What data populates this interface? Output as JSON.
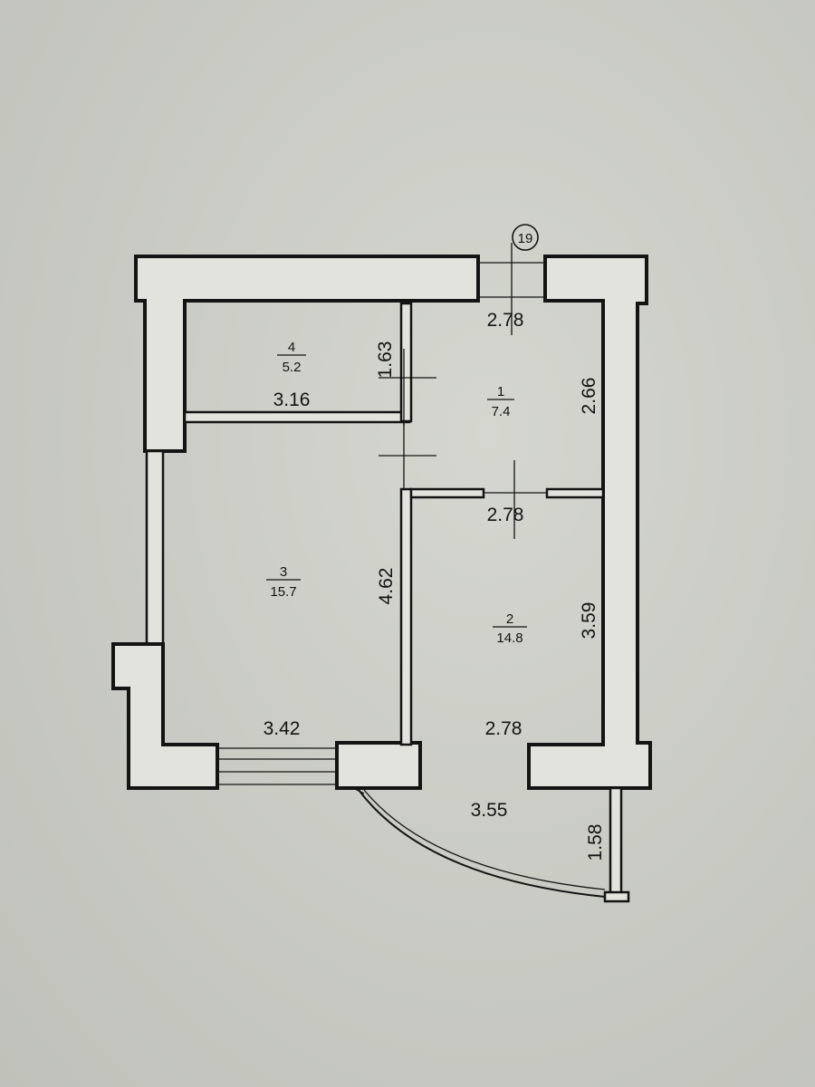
{
  "axis_marker": "19",
  "rooms": [
    {
      "number": "4",
      "area": "5.2"
    },
    {
      "number": "1",
      "area": "7.4"
    },
    {
      "number": "3",
      "area": "15.7"
    },
    {
      "number": "2",
      "area": "14.8"
    }
  ],
  "dimensions": {
    "top_width_room1": "2.78",
    "room4_width": "3.16",
    "room4_height": "1.63",
    "room1_height": "2.66",
    "room1_bottom_width": "2.78",
    "room3_height": "4.62",
    "room2_height": "3.59",
    "room3_width": "3.42",
    "room2_width": "2.78",
    "balcony_width": "3.55",
    "balcony_depth": "1.58"
  },
  "colors": {
    "paper": "#c9cbc4",
    "ink": "#141414",
    "wall_fill": "#e1e3dc"
  }
}
